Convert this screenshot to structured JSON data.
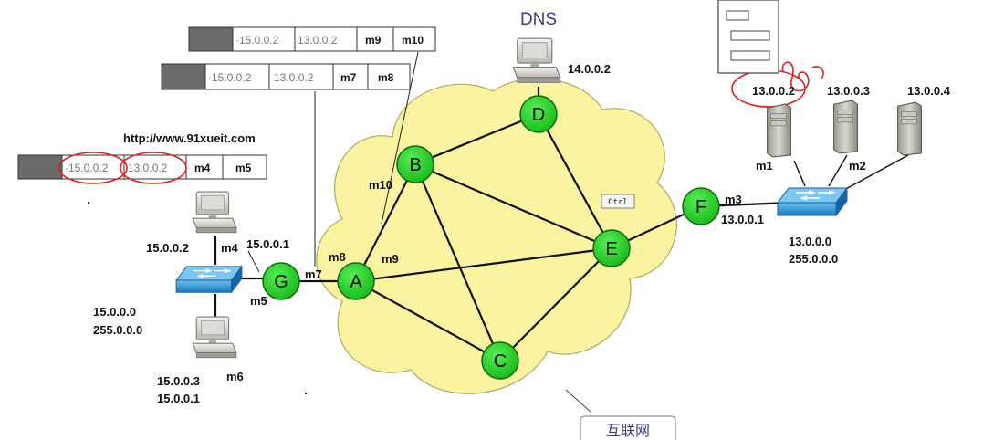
{
  "cloud_label": "互联网",
  "dns_label": "DNS",
  "url_label": "http://www.91xueit.com",
  "ctrl_tooltip": "Ctrl",
  "nodes": {
    "A": "A",
    "B": "B",
    "C": "C",
    "D": "D",
    "E": "E",
    "F": "F",
    "G": "G"
  },
  "headers": [
    {
      "src": "·15.0.0.2",
      "dst": "13.0.0.2",
      "mac1": "m9",
      "mac2": "m10"
    },
    {
      "src": "·15.0.0.2",
      "dst": "13.0.0.2",
      "mac1": "m7",
      "mac2": "m8"
    },
    {
      "src": "·15.0.0.2",
      "dst": "13.0.0.2",
      "mac1": "m4",
      "mac2": "m5"
    }
  ],
  "interfaces": {
    "m10": "m10",
    "m9": "m9",
    "m8": "m8",
    "m7": "m7",
    "m5": "m5",
    "m3": "m3",
    "m4": "m4",
    "m6": "m6",
    "m1": "m1",
    "m2": "m2"
  },
  "addresses": {
    "dns_ip": "14.0.0.2",
    "g_ip": "15.0.0.1",
    "f_ip": "13.0.0.1",
    "pc_top_ip": "15.0.0.2",
    "pc_bottom_ip": "15.0.0.3",
    "pc_bottom_gw": "15.0.0.1",
    "left_net": "15.0.0.0",
    "left_mask": "255.0.0.0",
    "right_net": "13.0.0.0",
    "right_mask": "255.0.0.0",
    "server1_ip": "13.0.0.2",
    "server2_ip": "13.0.0.3",
    "server3_ip": "13.0.0.4"
  },
  "colors": {
    "router_fill": "#22cc22",
    "cloud_fill": "#faf3a0",
    "switch_fill": "#2a8fd6",
    "annotation_red": "#e02020",
    "dark_cell": "#6b6b6b"
  }
}
